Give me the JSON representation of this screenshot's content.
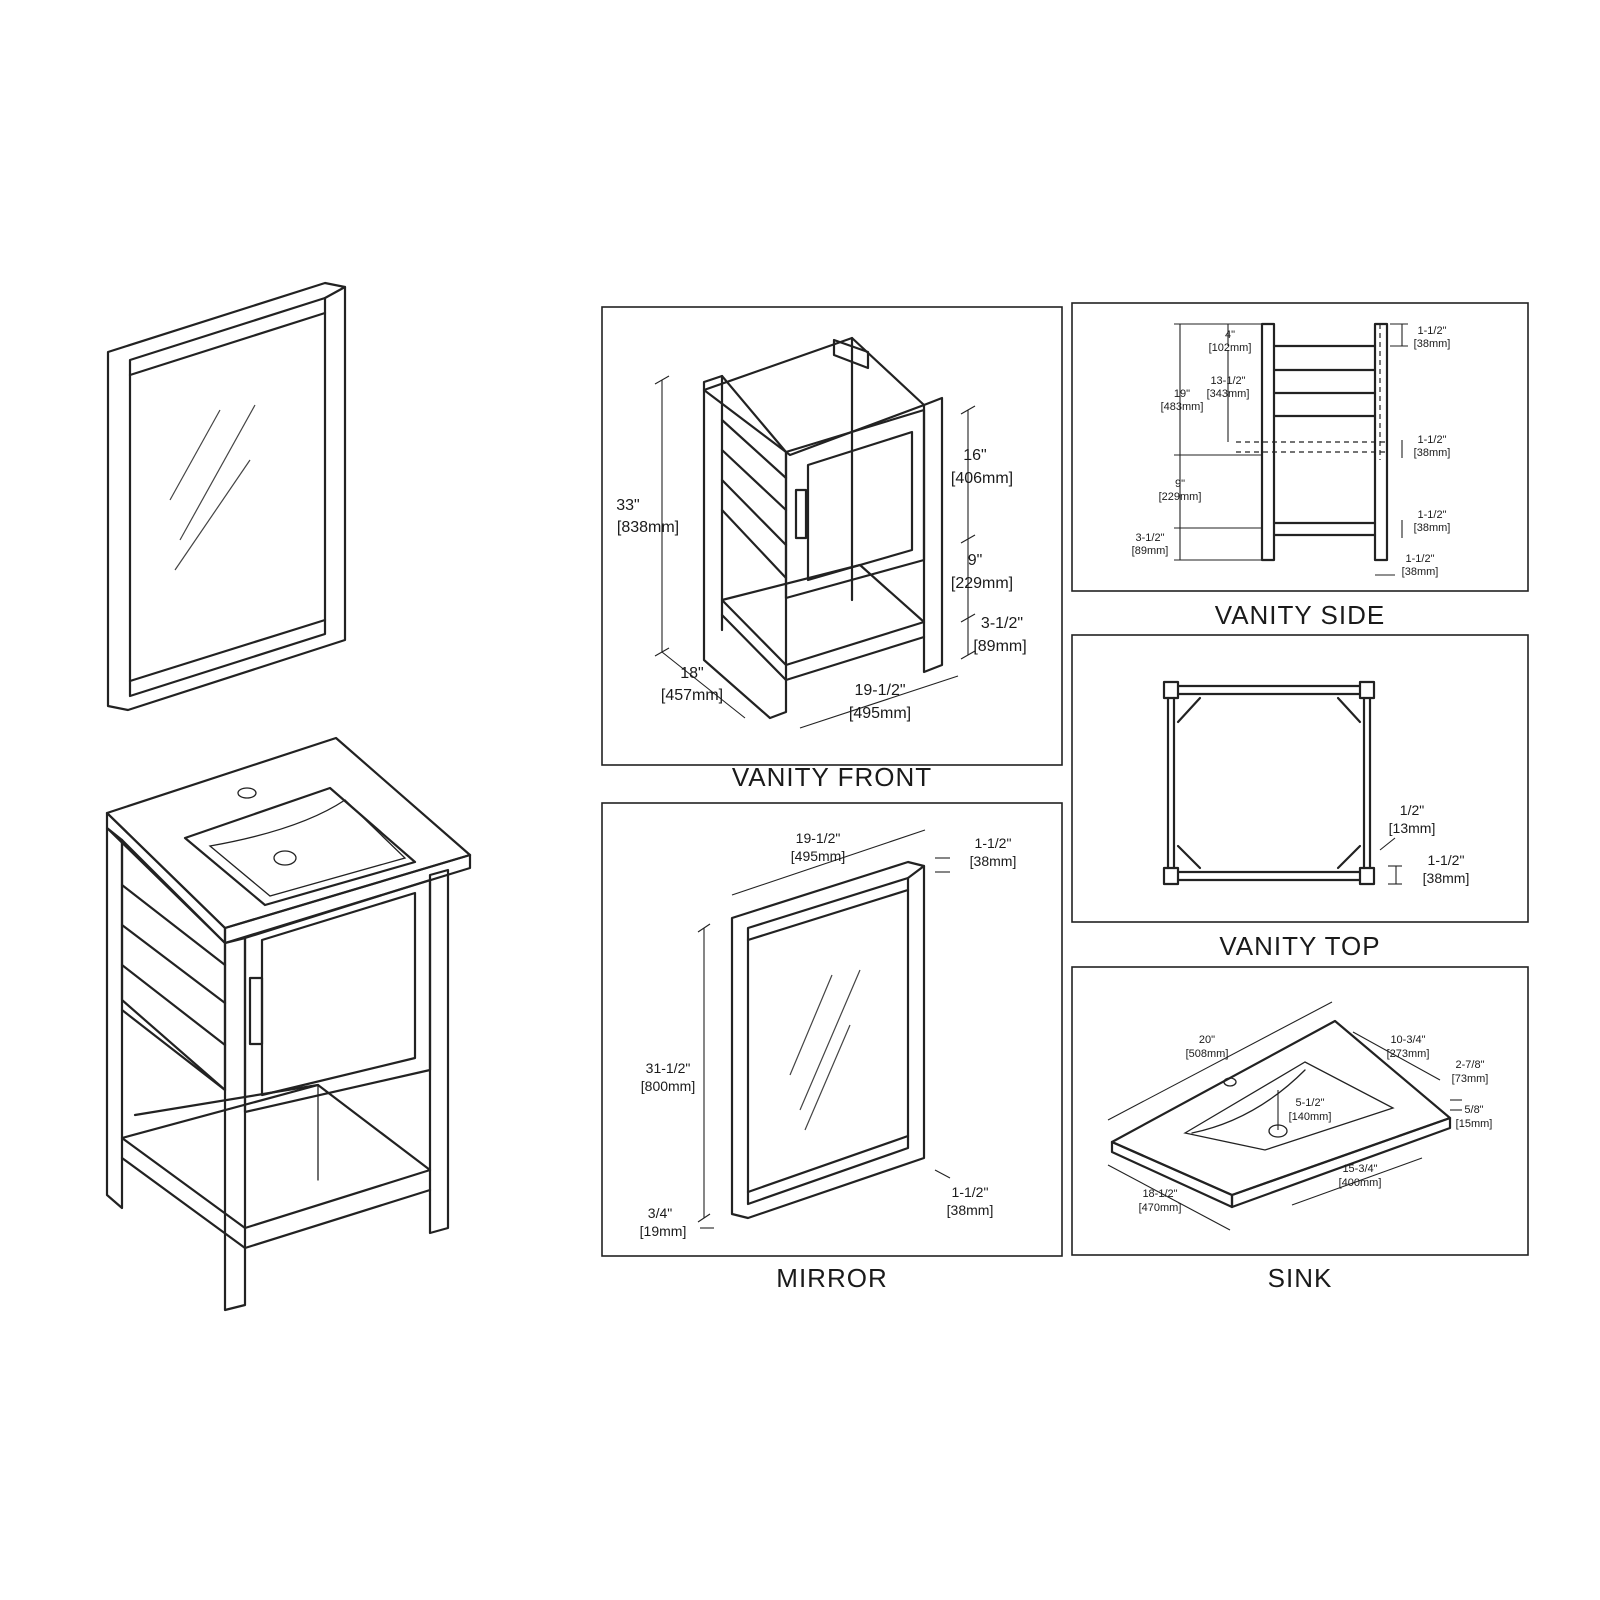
{
  "titles": {
    "front": "VANITY FRONT",
    "side": "VANITY SIDE",
    "top": "VANITY TOP",
    "mirror": "MIRROR",
    "sink": "SINK"
  },
  "front": {
    "height_in": "33\"",
    "height_mm": "[838mm]",
    "depth_in": "18\"",
    "depth_mm": "[457mm]",
    "width_in": "19-1/2\"",
    "width_mm": "[495mm]",
    "upper_in": "16\"",
    "upper_mm": "[406mm]",
    "mid_in": "9\"",
    "mid_mm": "[229mm]",
    "low_in": "3-1/2\"",
    "low_mm": "[89mm]"
  },
  "side": {
    "top_rail_in": "4\"",
    "top_rail_mm": "[102mm]",
    "upper_in": "13-1/2\"",
    "upper_mm": "[343mm]",
    "total_in": "19\"",
    "total_mm": "[483mm]",
    "open_in": "9\"",
    "open_mm": "[229mm]",
    "foot_in": "3-1/2\"",
    "foot_mm": "[89mm]",
    "r1_in": "1-1/2\"",
    "r1_mm": "[38mm]",
    "r2_in": "1-1/2\"",
    "r2_mm": "[38mm]",
    "r3_in": "1-1/2\"",
    "r3_mm": "[38mm]",
    "r4_in": "1-1/2\"",
    "r4_mm": "[38mm]"
  },
  "top": {
    "a_in": "1/2\"",
    "a_mm": "[13mm]",
    "b_in": "1-1/2\"",
    "b_mm": "[38mm]"
  },
  "mirror": {
    "width_in": "19-1/2\"",
    "width_mm": "[495mm]",
    "frame_top_in": "1-1/2\"",
    "frame_top_mm": "[38mm]",
    "height_in": "31-1/2\"",
    "height_mm": "[800mm]",
    "frame_bot_in": "1-1/2\"",
    "frame_bot_mm": "[38mm]",
    "depth_in": "3/4\"",
    "depth_mm": "[19mm]"
  },
  "sink": {
    "width_in": "20\"",
    "width_mm": "[508mm]",
    "bowl_w_in": "10-3/4\"",
    "bowl_w_mm": "[273mm]",
    "lip_in": "2-7/8\"",
    "lip_mm": "[73mm]",
    "thick_in": "5/8\"",
    "thick_mm": "[15mm]",
    "bowl_d_in": "5-1/2\"",
    "bowl_d_mm": "[140mm]",
    "bowl_l_in": "15-3/4\"",
    "bowl_l_mm": "[400mm]",
    "depth_in": "18-1/2\"",
    "depth_mm": "[470mm]"
  }
}
